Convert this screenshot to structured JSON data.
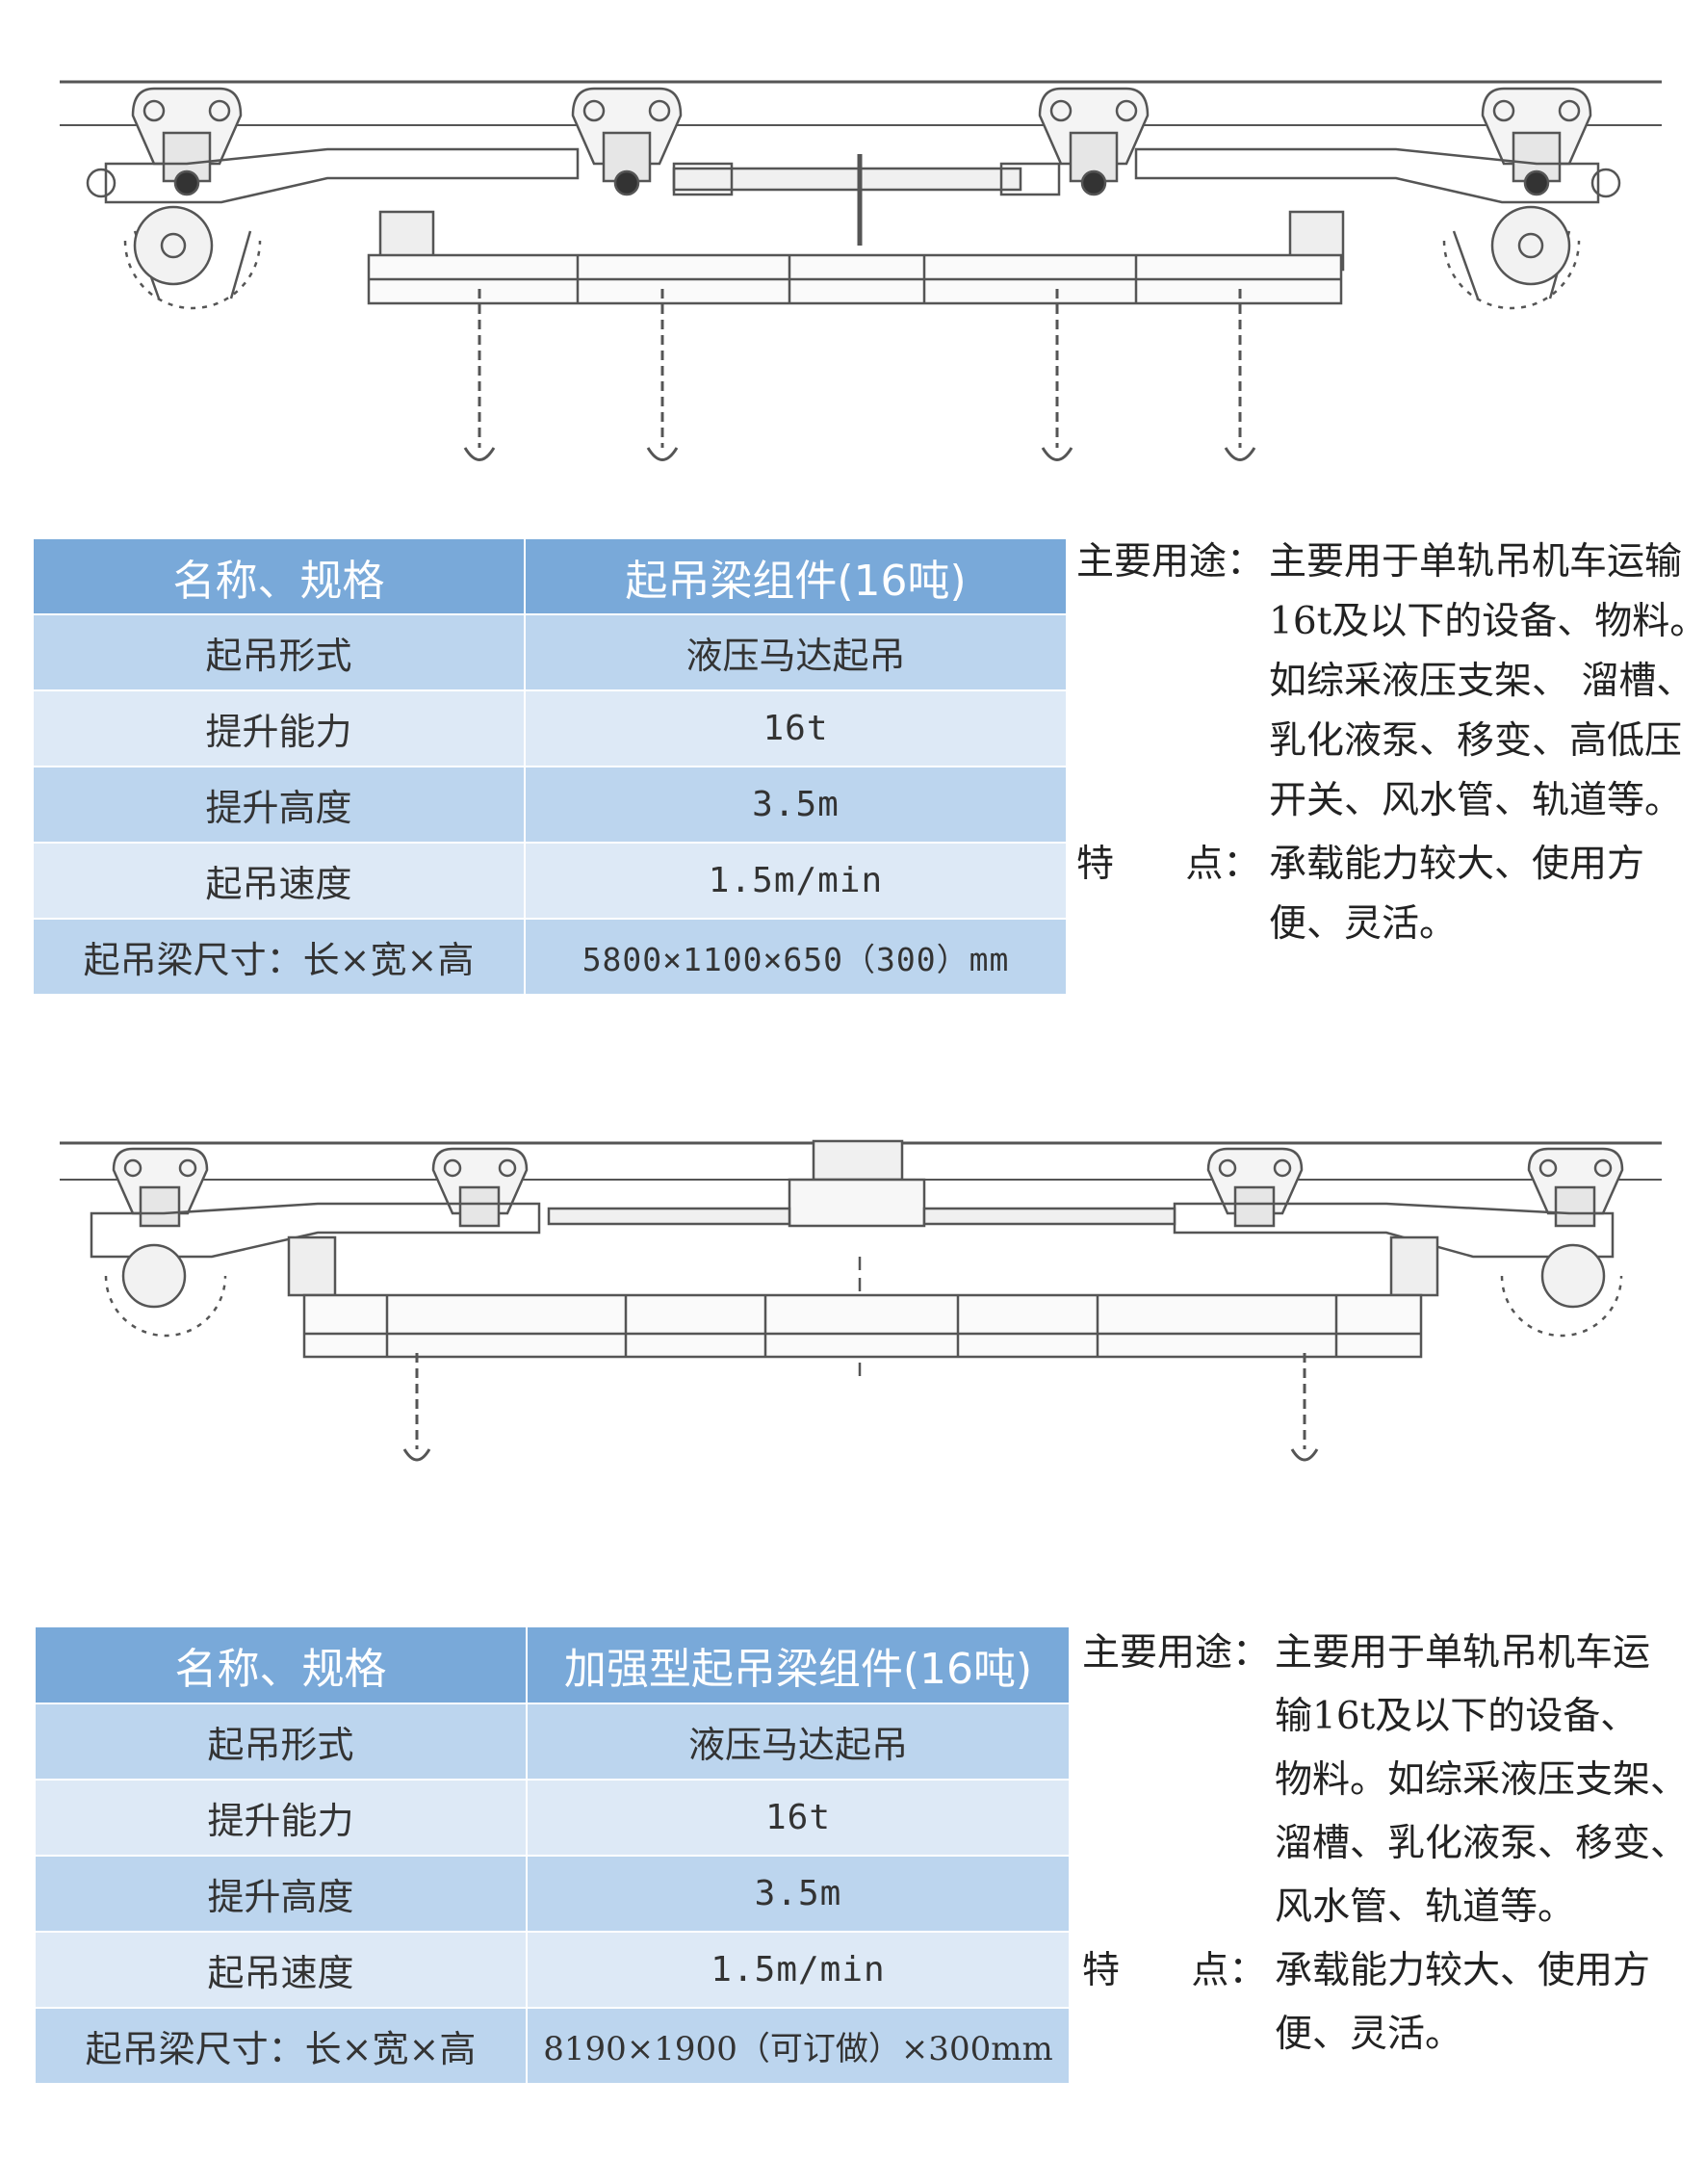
{
  "product1": {
    "table": {
      "header": {
        "label": "名称、规格",
        "value": "起吊梁组件(16吨)"
      },
      "rows": [
        {
          "label": "起吊形式",
          "value": "液压马达起吊"
        },
        {
          "label": "提升能力",
          "value": "16t"
        },
        {
          "label": "提升高度",
          "value": "3.5m"
        },
        {
          "label": "起吊速度",
          "value": "1.5m/min"
        },
        {
          "label": "起吊梁尺寸：长×宽×高",
          "value": "5800×1100×650（300）mm"
        }
      ]
    },
    "usage": {
      "label": "主要用途：",
      "lines": [
        "主要用于单轨吊机车运输",
        "16t及以下的设备、物料。",
        "如综采液压支架、 溜槽、",
        "乳化液泵、移变、高低压",
        "开关、风水管、轨道等。"
      ]
    },
    "features": {
      "label": "特      点：",
      "lines": [
        "承载能力较大、使用方",
        "便、灵活。"
      ]
    }
  },
  "product2": {
    "table": {
      "header": {
        "label": "名称、规格",
        "value": "加强型起吊梁组件(16吨)"
      },
      "rows": [
        {
          "label": "起吊形式",
          "value": "液压马达起吊"
        },
        {
          "label": "提升能力",
          "value": "16t"
        },
        {
          "label": "提升高度",
          "value": "3.5m"
        },
        {
          "label": "起吊速度",
          "value": "1.5m/min"
        },
        {
          "label": "起吊梁尺寸：长×宽×高",
          "value": "8190×1900（可订做）×300mm"
        }
      ]
    },
    "usage": {
      "label": "主要用途：",
      "lines": [
        "主要用于单轨吊机车运",
        "输16t及以下的设备、",
        "物料。如综采液压支架、",
        "溜槽、乳化液泵、移变、",
        "风水管、轨道等。"
      ]
    },
    "features": {
      "label": "特      点：",
      "lines": [
        "承载能力较大、使用方",
        "便、灵活。"
      ]
    }
  },
  "colors": {
    "header_bg": "#79a9d9",
    "row_dark": "#bcd5ee",
    "row_light": "#dde9f6",
    "line_art": "#555555"
  }
}
